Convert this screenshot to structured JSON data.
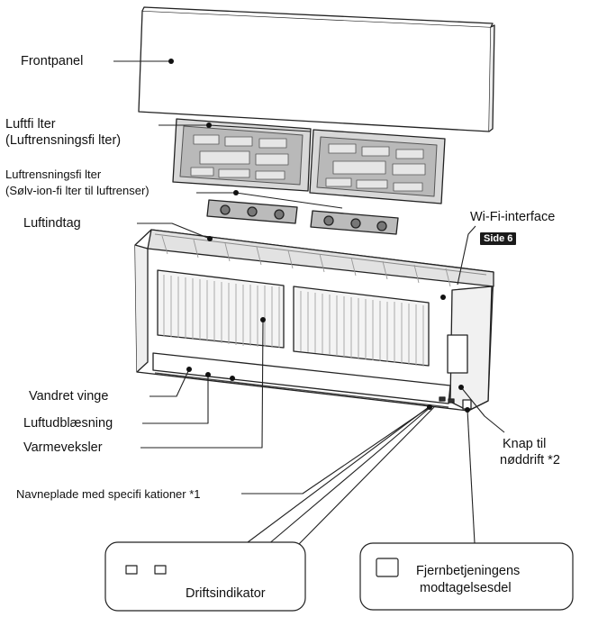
{
  "labels": {
    "frontpanel": "Frontpanel",
    "luftfilter_1": "Luftfi lter",
    "luftfilter_2": "(Luftrensningsfi lter)",
    "solv_1": "Luftrensningsfi lter",
    "solv_2": "(Sølv-ion-fi lter til luftrenser)",
    "luftindtag": "Luftindtag",
    "wifi": "Wi-Fi-interface",
    "wifi_badge": "Side 6",
    "vandret": "Vandret vinge",
    "luftudblaesning": "Luftudblæsning",
    "varmeveksler": "Varmeveksler",
    "knap_1": "Knap til",
    "knap_2": "nøddrift *2",
    "navneplade": "Navneplade med specifi kationer *1",
    "driftsindikator": "Driftsindikator",
    "fjern_1": "Fjernbetjeningens",
    "fjern_2": "modtagelsesdel"
  },
  "colors": {
    "line": "#222222",
    "panel_fill": "#ffffff",
    "mesh": "#9a9a9a",
    "grille": "#bdbdbd"
  }
}
